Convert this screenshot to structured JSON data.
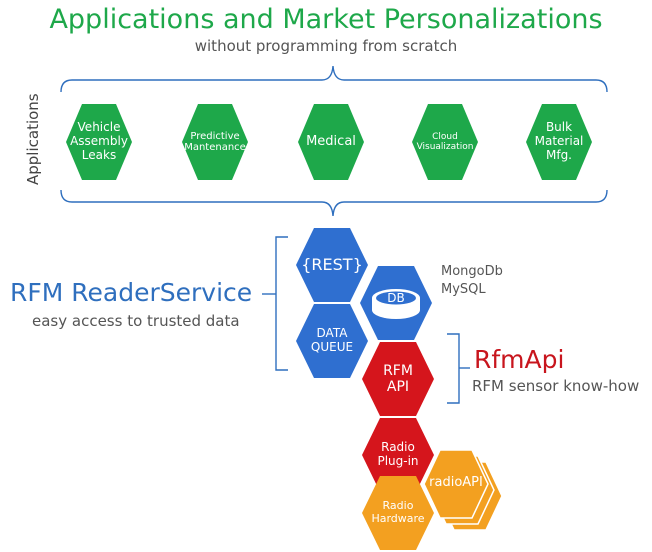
{
  "header": {
    "title": "Applications and Market Personalizations",
    "subtitle": "without programming from scratch"
  },
  "applications": {
    "side_label": "Applications",
    "items": [
      {
        "label": "Vehicle\nAssembly\nLeaks"
      },
      {
        "label": "Predictive\nMantenance"
      },
      {
        "label": "Medical"
      },
      {
        "label": "Cloud\nVisualization"
      },
      {
        "label": "Bulk\nMaterial\nMfg."
      }
    ]
  },
  "reader_service": {
    "title": "RFM ReaderService",
    "subtitle": "easy access to trusted data",
    "rest_label": "{REST}",
    "db_label": "DB",
    "db_note_line1": "MongoDb",
    "db_note_line2": "MySQL",
    "queue_label": "DATA\nQUEUE"
  },
  "rfm_api": {
    "title": "RfmApi",
    "subtitle": "RFM sensor know-how",
    "api_label": "RFM\nAPI",
    "plugin_label": "Radio\nPlug-in",
    "radioapi_label": "radioAPI",
    "hardware_label": "Radio\nHardware"
  },
  "colors": {
    "green": "#1ea84a",
    "blue": "#2f6fd0",
    "red": "#d5151c",
    "orange": "#f3a020",
    "bracket": "#2f6fbe"
  }
}
